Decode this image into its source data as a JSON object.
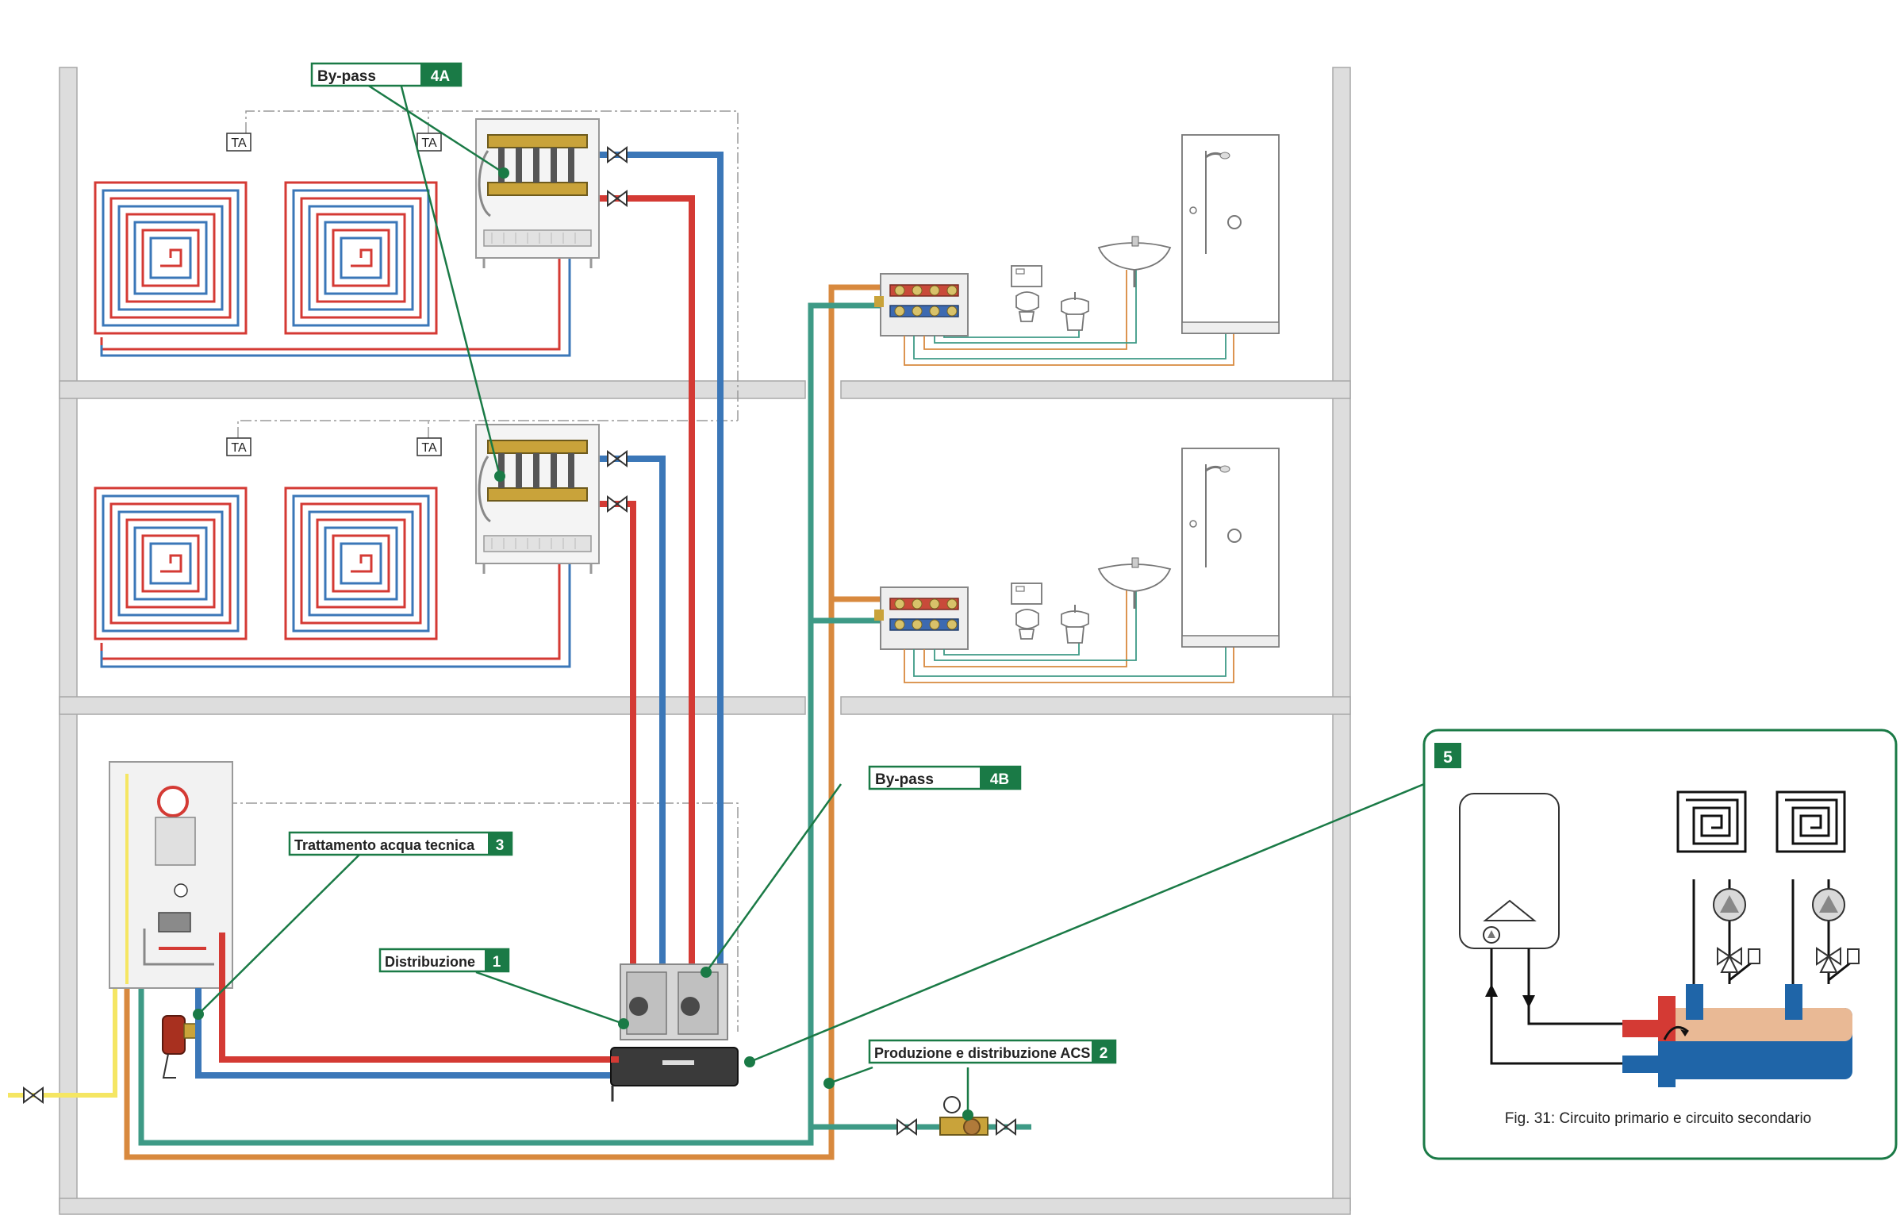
{
  "thermostat_label": "TA",
  "callouts": {
    "bypass_top": {
      "label": "By-pass",
      "number": "4A"
    },
    "bypass_bottom": {
      "label": "By-pass",
      "number": "4B"
    },
    "water_treatment": {
      "label": "Trattamento acqua tecnica",
      "number": "3"
    },
    "distribution": {
      "label": "Distribuzione",
      "number": "1"
    },
    "dhw": {
      "label": "Produzione e distribuzione ACS",
      "number": "2"
    }
  },
  "inset": {
    "number": "5",
    "caption": "Fig. 31: Circuito primario e circuito secondario"
  },
  "colors": {
    "hot": "#d43a34",
    "cold": "#3b77b8",
    "dhw_hot": "#d8893e",
    "dhw_cold": "#3e9a86",
    "gas": "#f5e663",
    "accent": "#1a7a46",
    "building": "#dddddd"
  }
}
